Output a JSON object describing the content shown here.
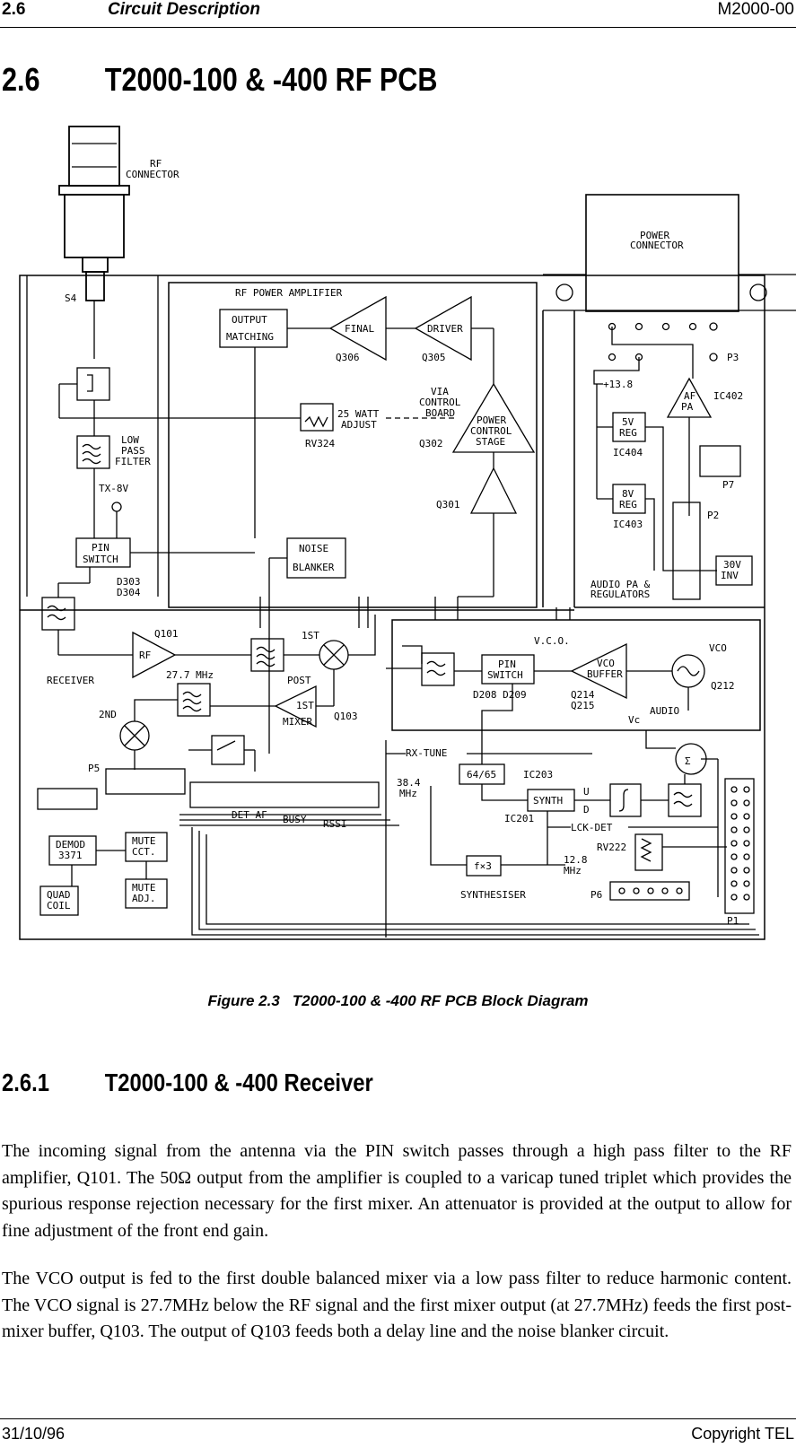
{
  "header": {
    "section": "2.6",
    "title": "Circuit Description",
    "doc_id": "M2000-00"
  },
  "heading": {
    "number": "2.6",
    "text": "T2000-100 & -400 RF PCB"
  },
  "figure": {
    "caption_label": "Figure 2.3",
    "caption_text": "T2000-100 & -400 RF PCB Block Diagram",
    "labels": {
      "rf_connector": [
        "RF",
        "CONNECTOR"
      ],
      "power_connector": [
        "POWER",
        "CONNECTOR"
      ],
      "s4": "S4",
      "rf_power_amp": "RF POWER AMPLIFIER",
      "output_matching": [
        "OUTPUT",
        "MATCHING"
      ],
      "final": "FINAL",
      "driver": "DRIVER",
      "q306": "Q306",
      "q305": "Q305",
      "via_control": [
        "VIA",
        "CONTROL",
        "BOARD"
      ],
      "watt_adjust": [
        "25 WATT",
        "ADJUST"
      ],
      "rv324": "RV324",
      "q302": "Q302",
      "power_control": [
        "POWER",
        "CONTROL",
        "STAGE"
      ],
      "q301": "Q301",
      "low_pass": [
        "LOW",
        "PASS",
        "FILTER"
      ],
      "tx8v": "TX-8V",
      "pin_switch": [
        "PIN",
        "SWITCH"
      ],
      "d303": [
        "D303",
        "D304"
      ],
      "noise_blanker": [
        "NOISE",
        "BLANKER"
      ],
      "v138": "+13.8",
      "af_pa": [
        "AF",
        "PA"
      ],
      "ic402": "IC402",
      "reg5": [
        "5V",
        "REG"
      ],
      "ic404": "IC404",
      "reg8": [
        "8V",
        "REG"
      ],
      "ic403": "IC403",
      "p3": "P3",
      "p7": "P7",
      "p2": "P2",
      "inv30": [
        "30V",
        "INV"
      ],
      "audio_pa": [
        "AUDIO PA &",
        "REGULATORS"
      ],
      "q101": "Q101",
      "rf": "RF",
      "receiver": "RECEIVER",
      "mhz277": "27.7 MHz",
      "first": "1ST",
      "post": "POST",
      "first_mixer": [
        "1ST",
        "MIXER"
      ],
      "q103": "Q103",
      "second": "2ND",
      "vco_title": "V.C.O.",
      "pin_switch2": [
        "PIN",
        "SWITCH"
      ],
      "d208": "D208  D209",
      "vco_buffer": [
        "VCO",
        "BUFFER"
      ],
      "q214": [
        "Q214",
        "Q215"
      ],
      "vco": "VCO",
      "q212": "Q212",
      "vc": "Vc",
      "audio": "AUDIO",
      "p5": "P5",
      "rx_tune": "RX-TUNE",
      "div": "64/65",
      "ic203": "IC203",
      "mhz384": [
        "38.4",
        "MHz"
      ],
      "synth": "SYNTH",
      "u": "U",
      "d": "D",
      "ic201": "IC201",
      "lck_det": "LCK-DET",
      "det_af": "DET AF",
      "busy": "BUSY",
      "rssi": "RSSI",
      "demod": [
        "DEMOD",
        "3371"
      ],
      "mute_cct": [
        "MUTE",
        "CCT."
      ],
      "quad_coil": [
        "QUAD",
        "COIL"
      ],
      "mute_adj": [
        "MUTE",
        "ADJ."
      ],
      "fx3": "f×3",
      "mhz128": [
        "12.8",
        "MHz"
      ],
      "rv222": "RV222",
      "synthesiser": "SYNTHESISER",
      "p6": "P6",
      "p1": "P1"
    }
  },
  "subheading": {
    "number": "2.6.1",
    "text": "T2000-100 & -400 Receiver"
  },
  "paragraphs": [
    "The incoming signal from the antenna via the PIN switch passes through a high pass filter to the RF amplifier, Q101. The 50Ω output from the amplifier is coupled to a varicap tuned triplet which provides the spurious response rejection necessary for the first mixer. An attenuator is provided at the output to allow for fine adjustment of the front end gain.",
    "The VCO output is fed to the first double balanced mixer via a low pass filter to reduce harmonic content. The VCO signal is 27.7MHz below the RF signal and the first mixer output (at 27.7MHz) feeds the first post-mixer buffer, Q103. The output of Q103 feeds both a delay line and the noise blanker circuit."
  ],
  "footer": {
    "date": "31/10/96",
    "copyright": "Copyright TEL"
  }
}
